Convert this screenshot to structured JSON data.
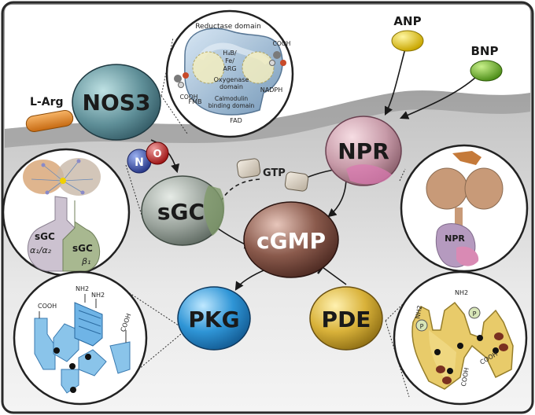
{
  "nodes": {
    "nos3": "NOS3",
    "l_arg": "L-Arg",
    "n": "N",
    "o": "O",
    "sgc": "sGC",
    "gtp": "GTP",
    "cgmp": "cGMP",
    "npr": "NPR",
    "anp": "ANP",
    "bnp": "BNP",
    "pkg": "PKG",
    "pde": "PDE"
  },
  "nos3_inset": {
    "reductase": "Reductase domain",
    "h4b": "H₄B/",
    "fe": "Fe/",
    "arg": "ARG",
    "oxygenase1": "Oxygenase",
    "oxygenase2": "domain",
    "calmodulin1": "Calmodulin",
    "calmodulin2": "binding domain",
    "fmb": "FMB",
    "fad": "FAD",
    "nadph": "NADPH",
    "cooh_left": "COOH",
    "cooh_right": "COOH"
  },
  "sgc_inset": {
    "left_name": "sGC",
    "left_sub": "α₁/α₂",
    "right_name": "sGC",
    "right_sub": "β₁"
  },
  "npr_inset": {
    "label": "NPR"
  },
  "pkg_inset": {
    "cooh_top": "COOH",
    "nh2_a": "NH2",
    "nh2_b": "NH2",
    "cooh_right": "COOH"
  },
  "pde_inset": {
    "nh2_a": "NH2",
    "nh2_b": "NH2",
    "p": "P",
    "cooh_a": "COOH",
    "cooh_b": "COOH"
  }
}
